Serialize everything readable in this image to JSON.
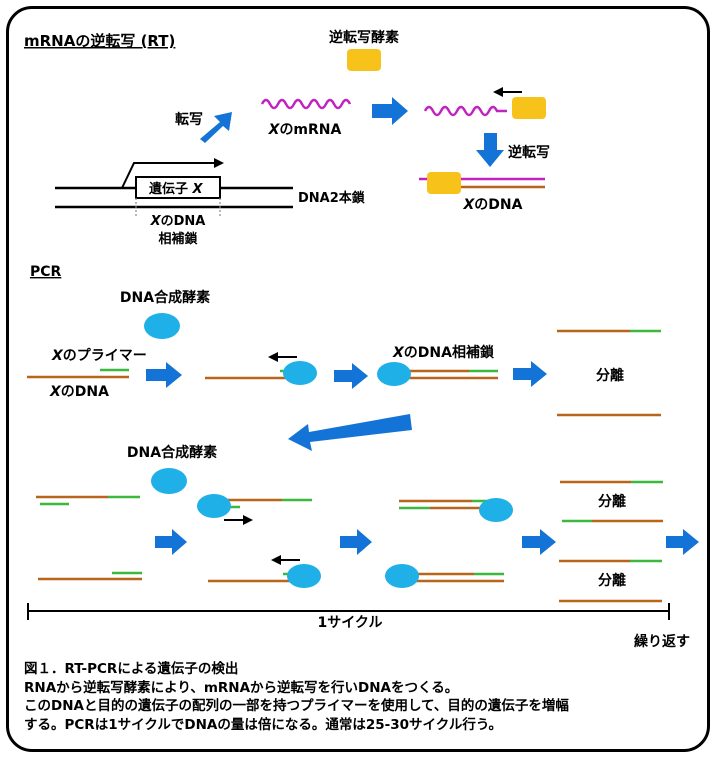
{
  "rt": {
    "section_label": "mRNAの逆転写 (RT)",
    "rt_enzyme_label": "逆転写酵素",
    "transcription_label": "転写",
    "mrna_label_x": "X",
    "mrna_label_rest": "のmRNA",
    "reverse_transcription_label": "逆転写",
    "gene_box_label": "遺伝子 ",
    "gene_box_x": "X",
    "dna_double_label": "DNA2本鎖",
    "complement_label_x": "X",
    "complement_label_line1": "のDNA",
    "complement_label_line2": "相補鎖",
    "x_dna_label_x": "X",
    "x_dna_label_rest": "のDNA"
  },
  "pcr": {
    "section_label": "PCR",
    "polymerase_label_1": "DNA合成酵素",
    "primer_label_x": "X",
    "primer_label_rest": "のプライマー",
    "x_dna_label_x": "X",
    "x_dna_label_rest": "のDNA",
    "complement_label_x": "X",
    "complement_label_rest": "のDNA相補鎖",
    "separation_label_1": "分離",
    "polymerase_label_2": "DNA合成酵素",
    "separation_label_2": "分離",
    "separation_label_3": "分離",
    "cycle_label": "1サイクル",
    "repeat_label": "繰り返す"
  },
  "caption": {
    "line1": "図１．RT-PCRによる遺伝子の検出",
    "line2": "RNAから逆転写酵素により、mRNAから逆転写を行いDNAをつくる。",
    "line3": "このDNAと目的の遺伝子の配列の一部を持つプライマーを使用して、目的の遺伝子を増幅",
    "line4": "する。PCRは1サイクルでDNAの量は倍になる。通常は25-30サイクル行う。"
  },
  "colors": {
    "dna_strand": "#b8651b",
    "primer": "#3cb83c",
    "mrna": "#c023c0",
    "rt_enzyme": "#f7c21a",
    "polymerase": "#1fb0e8",
    "arrow": "#1473d6"
  }
}
